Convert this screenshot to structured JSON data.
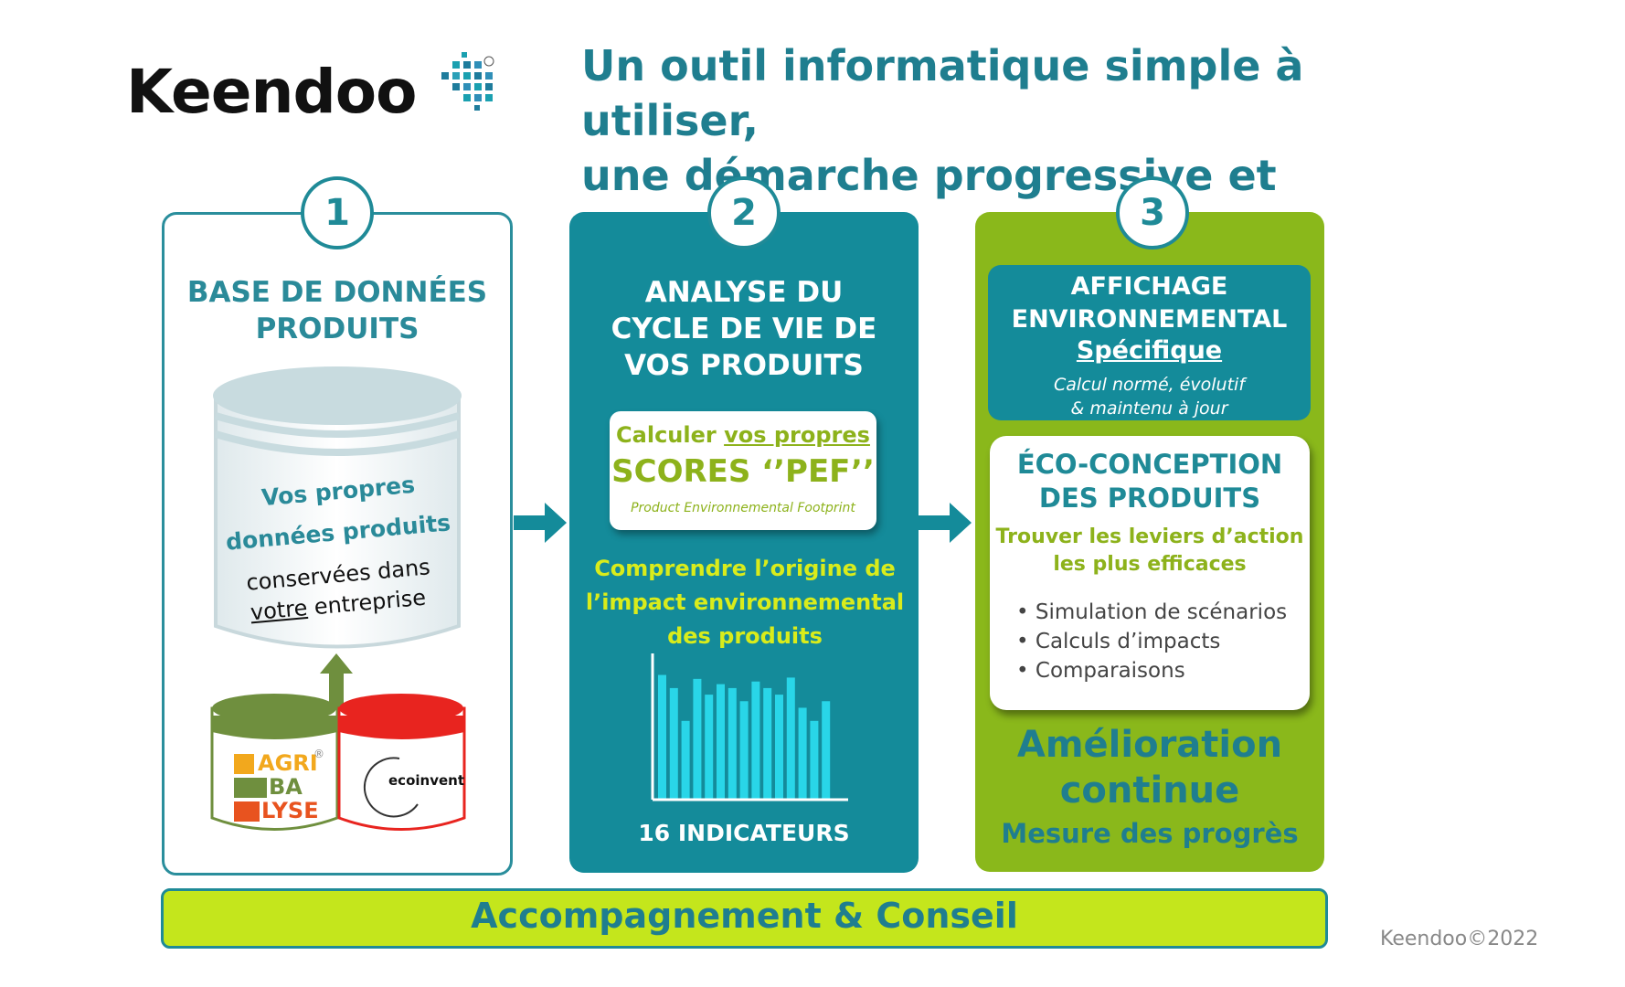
{
  "header": {
    "logo_text": "Keendoo",
    "headline_line1": "Un outil informatique simple à utiliser,",
    "headline_line2": "une démarche progressive et complète"
  },
  "steps": [
    {
      "number": "1"
    },
    {
      "number": "2"
    },
    {
      "number": "3"
    }
  ],
  "panel1": {
    "title_line1": "BASE DE DONNÉES",
    "title_line2": "PRODUITS",
    "db_line1": "Vos propres",
    "db_line2": "données produits",
    "db_line3": "conservées dans",
    "db_line4_underlined": "votre",
    "db_line4_rest": " entreprise",
    "source1": {
      "lines": [
        "AGRI",
        "BA",
        "LYSE"
      ],
      "mark": "®"
    },
    "source2": "ecoinvent",
    "colors": {
      "agribalyse_band": "#6f8f3e",
      "ecoinvent_band": "#e8241f"
    }
  },
  "panel2": {
    "title_line1": "ANALYSE DU",
    "title_line2": "CYCLE DE VIE DE",
    "title_line3": "VOS PRODUITS",
    "pef_prefix": "Calculer ",
    "pef_underlined": "vos propres",
    "pef_scores": "SCORES ‘’PEF’’",
    "pef_full": "Product Environnemental Footprint",
    "understand_line1": "Comprendre l’origine de",
    "understand_line2": "l’impact environnemental",
    "understand_line3": "des produits",
    "indicators": "16 INDICATEURS"
  },
  "panel3": {
    "aff_line1": "AFFICHAGE",
    "aff_line2": "ENVIRONNEMENTAL",
    "aff_specific": "Spécifique",
    "aff_sub1": "Calcul normé, évolutif",
    "aff_sub2": "& maintenu à jour",
    "eco_line1": "ÉCO-CONCEPTION",
    "eco_line2": "DES PRODUITS",
    "eco_sub1": "Trouver les leviers d’action",
    "eco_sub2": "les plus efficaces",
    "eco_items": [
      "Simulation de scénarios",
      "Calculs d’impacts",
      "Comparaisons"
    ],
    "amel_line1": "Amélioration",
    "amel_line2": "continue",
    "mesure": "Mesure des progrès"
  },
  "bottom": {
    "label": "Accompagnement & Conseil"
  },
  "copyright": "Keendoo©2022",
  "chart_data": {
    "type": "bar",
    "values": [
      95,
      85,
      60,
      92,
      80,
      88,
      85,
      75,
      90,
      85,
      80,
      93,
      70,
      60,
      75
    ],
    "ylim": [
      0,
      110
    ],
    "color": "#29d6e8"
  },
  "colors": {
    "teal": "#148b9a",
    "green": "#8ab81b",
    "lime": "#c4e61c",
    "dark_teal_text": "#1f7e8f"
  }
}
